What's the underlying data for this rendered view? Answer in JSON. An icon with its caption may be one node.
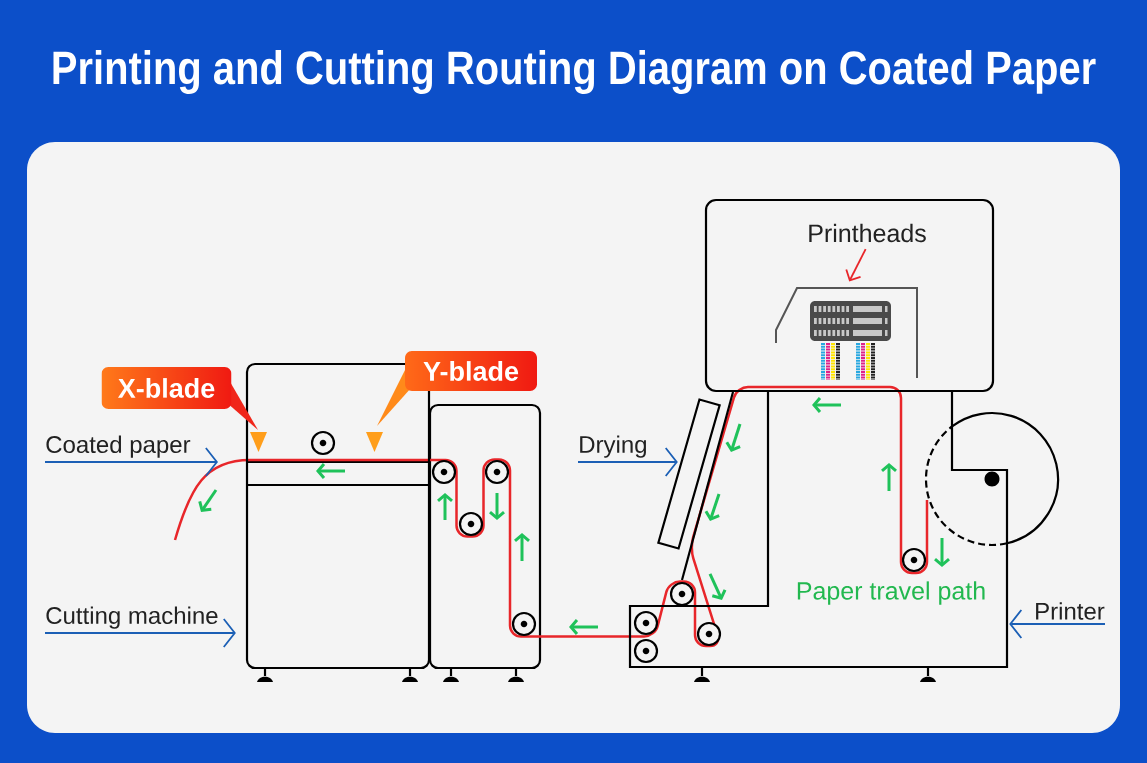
{
  "diagram": {
    "title": "Printing and Cutting Routing Diagram on Coated Paper",
    "nodes": [
      {
        "text": [
          "X-blade"
        ]
      },
      {
        "text": [
          "Y-blade"
        ]
      },
      {
        "text": [
          "Coated paper"
        ]
      },
      {
        "text": [],
        "shape": "box"
      },
      {
        "text": [
          "Cutting machine"
        ]
      },
      {
        "text": [
          "Drying"
        ]
      },
      {
        "text": [],
        "shape": "box"
      },
      {
        "text": [],
        "shape": "box",
        "in": 6
      },
      {
        "text": [],
        "shape": "box"
      },
      {
        "text": [
          "Printheads"
        ],
        "in": 8
      },
      {
        "text": [],
        "shape": "picture",
        "in": 8
      },
      {
        "text": [
          "Printer"
        ]
      }
    ],
    "edges": [
      {
        "from": 2,
        "to": null,
        "arrow": "to"
      },
      {
        "from": 4,
        "to": 3,
        "arrow": "to"
      },
      {
        "from": 5,
        "to": 7,
        "arrow": "to"
      },
      {
        "from": 9,
        "to": 10,
        "arrow": "to",
        "color": "#e8262a"
      },
      {
        "from": 11,
        "to": 6,
        "arrow": "to"
      }
    ],
    "labels": [
      "Paper travel path"
    ]
  }
}
